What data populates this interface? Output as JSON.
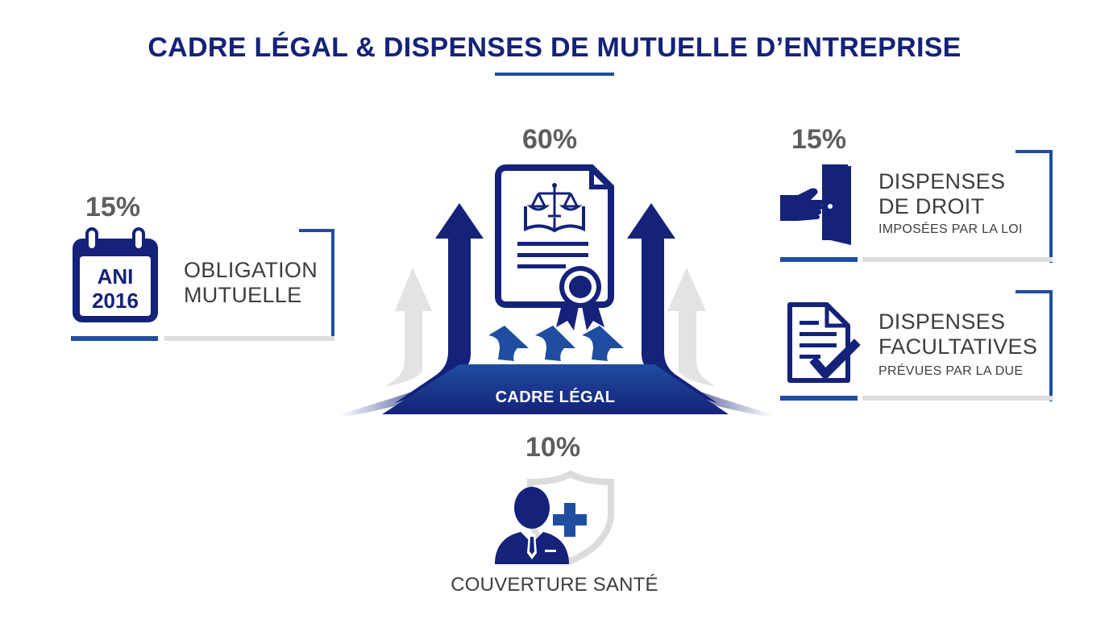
{
  "title": "CADRE LÉGAL & DISPENSES DE MUTUELLE D’ENTREPRISE",
  "colors": {
    "navy": "#14227a",
    "blue": "#1f4da0",
    "grey_text": "#5e5e5e",
    "light_grey": "#dedede"
  },
  "left": {
    "percent": "15%",
    "calendar_line1": "ANI",
    "calendar_line2": "2016",
    "label_line1": "OBLIGATION",
    "label_line2": "MUTUELLE",
    "icon": "calendar-icon"
  },
  "center": {
    "percent": "60%",
    "base_label": "CADRE LÉGAL",
    "icon": "legal-document-icon"
  },
  "right_top": {
    "percent": "15%",
    "title_line1": "DISPENSES",
    "title_line2": "DE DROIT",
    "subtitle": "IMPOSÉES PAR LA LOI",
    "icon": "hand-door-icon"
  },
  "right_bottom": {
    "title_line1": "DISPENSES",
    "title_line2": "FACULTATIVES",
    "subtitle": "PRÉVUES PAR LA DUE",
    "icon": "checklist-document-icon"
  },
  "bottom": {
    "percent": "10%",
    "label": "COUVERTURE SANTÉ",
    "icon": "person-shield-icon"
  }
}
